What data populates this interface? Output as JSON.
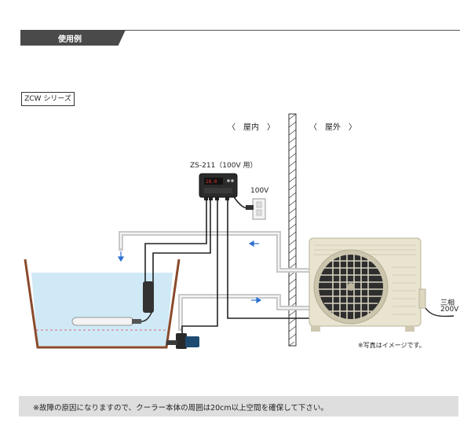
{
  "header": {
    "title": "使用例"
  },
  "series_label": "ZCW シリーズ",
  "zones": {
    "indoor": "〈　屋内　〉",
    "outdoor": "〈　屋外　〉"
  },
  "controller": {
    "model_label": "ZS-211（100V 用）"
  },
  "outlet_label": "100V",
  "power_label_line1": "三相",
  "power_label_line2": "200V",
  "photo_note": "※写真はイメージです。",
  "footer_note": "※故障の原因になりますので、クーラー本体の周囲は20cm以上空間を確保して下さい。",
  "colors": {
    "water": "#cfe9f6",
    "tank_brown": "#8a4a2c",
    "pipe": "#cfcfcf",
    "arrow_blue": "#2d6fd0",
    "unit_beige": "#e9e4cf",
    "header_gray": "#4a4a4a"
  }
}
